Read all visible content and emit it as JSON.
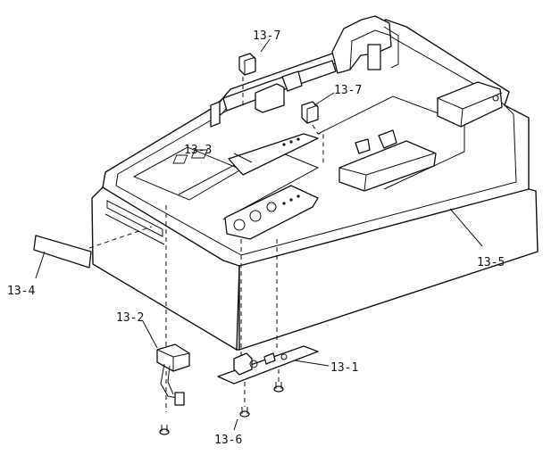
{
  "labels": {
    "part_13_1": "13-1",
    "part_13_2": "13-2",
    "part_13_3": "13-3",
    "part_13_4": "13-4",
    "part_13_5": "13-5",
    "part_13_6": "13-6",
    "part_13_7_top": "13-7",
    "part_13_7_mid": "13-7"
  }
}
